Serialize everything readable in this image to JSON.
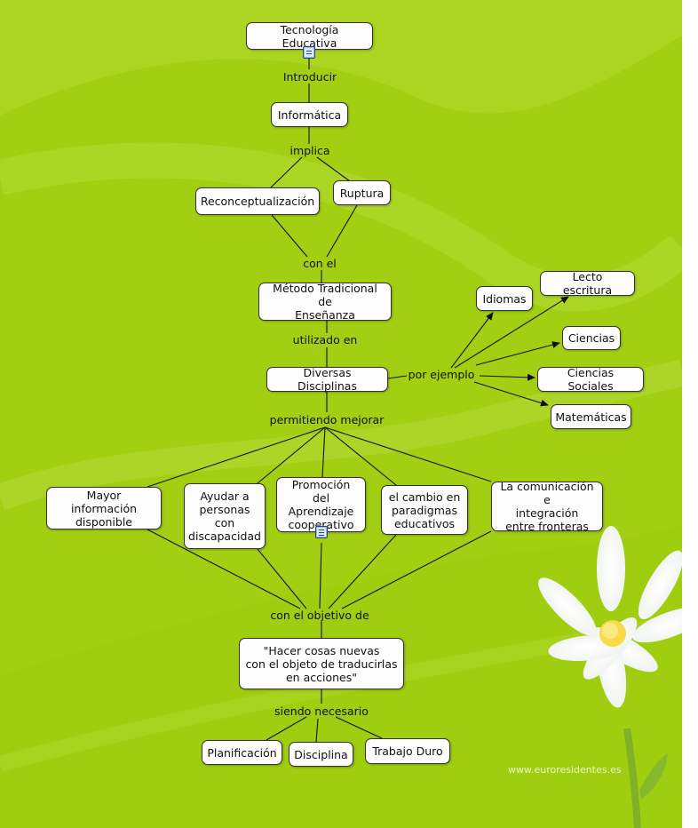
{
  "nodes": {
    "tecnologia": "Tecnología Educativa",
    "informatica": "Informática",
    "reconceptualizacion": "Reconceptualización",
    "ruptura": "Ruptura",
    "metodo": "Método Tradicional de\nEnseñanza",
    "disciplinas": "Diversas Disciplinas",
    "idiomas": "Idiomas",
    "lecto": "Lecto escritura",
    "ciencias": "Ciencias",
    "sociales": "Ciencias Sociales",
    "matematicas": "Matemáticas",
    "mayor_info": "Mayor información\ndisponible",
    "ayudar": "Ayudar a\npersonas\ncon\ndiscapacidad",
    "promocion": "Promoción del\nAprendizaje\ncooperativo",
    "cambio": "el cambio en\nparadigmas\neducativos",
    "comunicacion": "La comunicación e\nintegración\nentre fronteras",
    "hacer": "\"Hacer cosas nuevas\ncon el objeto de traducirlas\nen acciones\"",
    "planificacion": "Planificación",
    "disciplina": "Disciplina",
    "trabajo": "Trabajo Duro"
  },
  "links": {
    "introducir": "Introducir",
    "implica": "implica",
    "con_el": "con el",
    "utilizado_en": "utilizado en",
    "por_ejemplo": "por ejemplo",
    "permitiendo_mejorar": "permitiendo mejorar",
    "con_el_objetivo_de": "con el objetivo de",
    "siendo_necesario": "siendo necesario"
  },
  "watermark": "www.euroresidentes.es",
  "colors": {
    "background": "#a2cf12",
    "node_fill": "#fdfdfd",
    "line": "#111111"
  },
  "icons": {
    "image_resource": "image-icon",
    "document_resource": "document-icon"
  }
}
